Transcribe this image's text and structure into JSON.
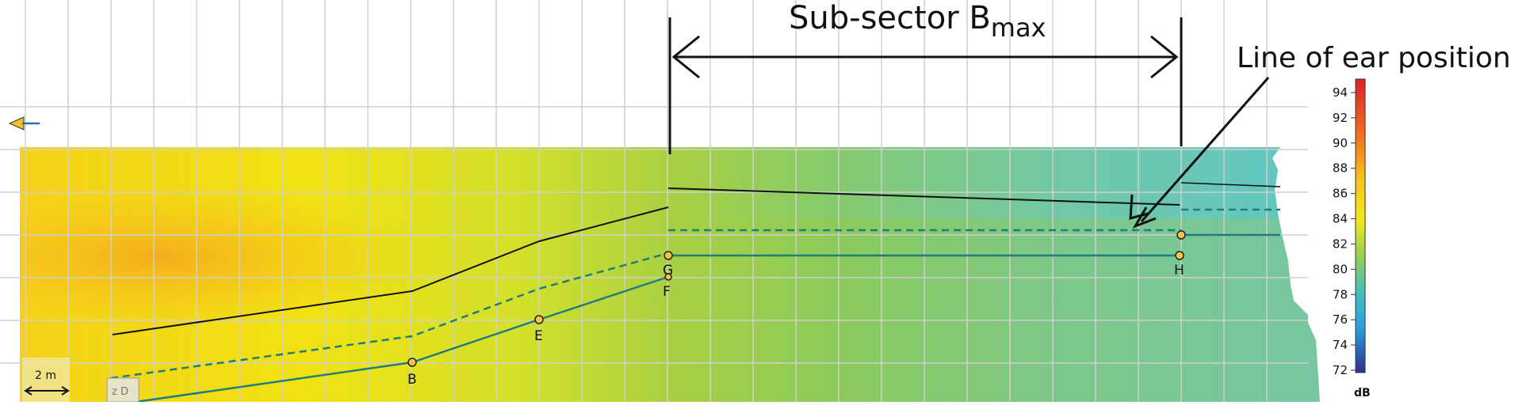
{
  "annotations": {
    "subsector_label": "Sub-sector B",
    "subsector_subscript": "max",
    "ear_line_label": "Line of ear position"
  },
  "points": [
    {
      "id": "B",
      "label": "B"
    },
    {
      "id": "E",
      "label": "E"
    },
    {
      "id": "G",
      "label": "G"
    },
    {
      "id": "F",
      "label": "F"
    },
    {
      "id": "H",
      "label": "H"
    }
  ],
  "scale_bar": {
    "label": "2 m"
  },
  "zd_box": {
    "label": "z D"
  },
  "colorbar": {
    "unit": "dB",
    "ticks": [
      94,
      92,
      90,
      88,
      86,
      84,
      82,
      80,
      78,
      76,
      74,
      72
    ]
  },
  "colors": {
    "grid": "#cfcfcf",
    "black_line": "#111111",
    "teal_line": "#1f7d7a",
    "marker_fill": "#f4c542",
    "arrow": "#f0c020"
  }
}
